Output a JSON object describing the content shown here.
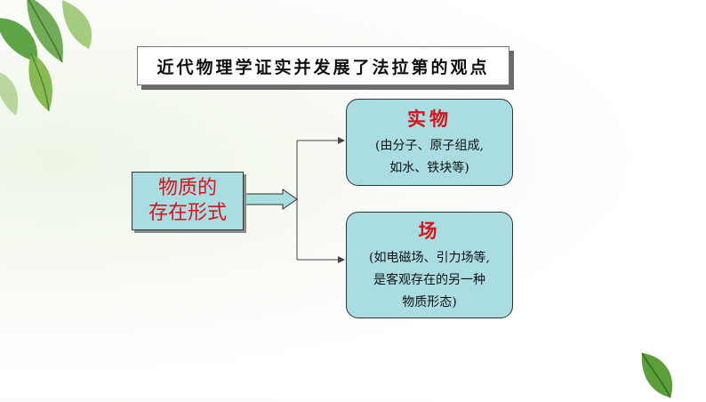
{
  "title": "近代物理学证实并发展了法拉第的观点",
  "source": {
    "line1": "物质的",
    "line2": "存在形式"
  },
  "matter": {
    "title": "实物",
    "desc_line1": "(由分子、原子组成,",
    "desc_line2": "如水、铁块等)"
  },
  "field": {
    "title": "场",
    "desc_line1": "(如电磁场、引力场等,",
    "desc_line2": "是客观存在的另一种",
    "desc_line3": "物质形态)"
  },
  "colors": {
    "box_fill": "#a9dde2",
    "highlight_text": "#d4141d",
    "leaf_green": "#5b9e3a"
  }
}
